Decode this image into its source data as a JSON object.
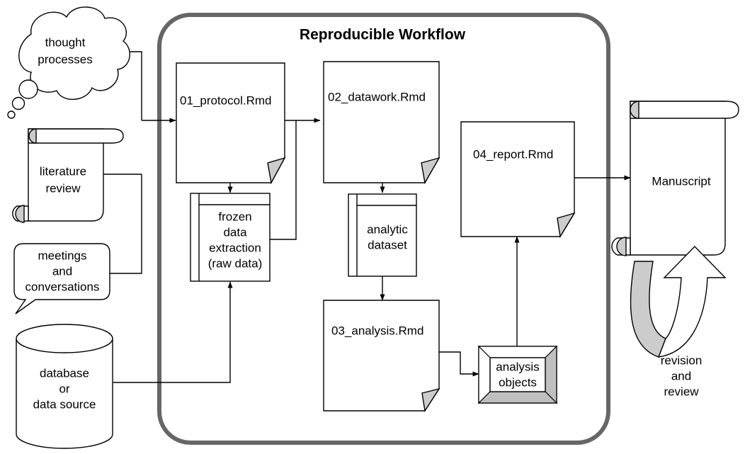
{
  "diagram": {
    "title": "Reproducible Workflow",
    "container_label": "reproducible-workflow-container",
    "colors": {
      "container_border": "#666666",
      "shape_stroke": "#000000",
      "shape_fill": "#ffffff",
      "accent_grey": "#cccccc",
      "bevel_dark": "#bfbfbf"
    },
    "inputs": [
      {
        "id": "thought-processes",
        "shape": "cloud",
        "lines": [
          "thought",
          "processes"
        ]
      },
      {
        "id": "literature-review",
        "shape": "scroll",
        "lines": [
          "literature",
          "review"
        ]
      },
      {
        "id": "meetings-conversations",
        "shape": "speech-bubble",
        "lines": [
          "meetings",
          "and",
          "conversations"
        ]
      },
      {
        "id": "database-source",
        "shape": "cylinder",
        "lines": [
          "database",
          "or",
          "data source"
        ]
      }
    ],
    "documents": [
      {
        "id": "protocol",
        "label": "01_protocol.Rmd",
        "shape": "document"
      },
      {
        "id": "datawork",
        "label": "02_datawork.Rmd",
        "shape": "document"
      },
      {
        "id": "report",
        "label": "04_report.Rmd",
        "shape": "document"
      },
      {
        "id": "analysis",
        "label": "03_analysis.Rmd",
        "shape": "document"
      }
    ],
    "datastores": [
      {
        "id": "frozen-data",
        "shape": "data-store",
        "lines": [
          "frozen",
          "data",
          "extraction",
          "(raw data)"
        ]
      },
      {
        "id": "analytic-dataset",
        "shape": "data-store",
        "lines": [
          "analytic",
          "dataset"
        ]
      }
    ],
    "objects": [
      {
        "id": "analysis-objects",
        "shape": "beveled-box",
        "lines": [
          "analysis",
          "objects"
        ]
      }
    ],
    "outputs": [
      {
        "id": "manuscript",
        "shape": "scroll",
        "lines": [
          "Manuscript"
        ]
      }
    ],
    "loops": [
      {
        "id": "revision-review",
        "shape": "curved-arrow",
        "lines": [
          "revision",
          "and",
          "review"
        ]
      }
    ]
  }
}
